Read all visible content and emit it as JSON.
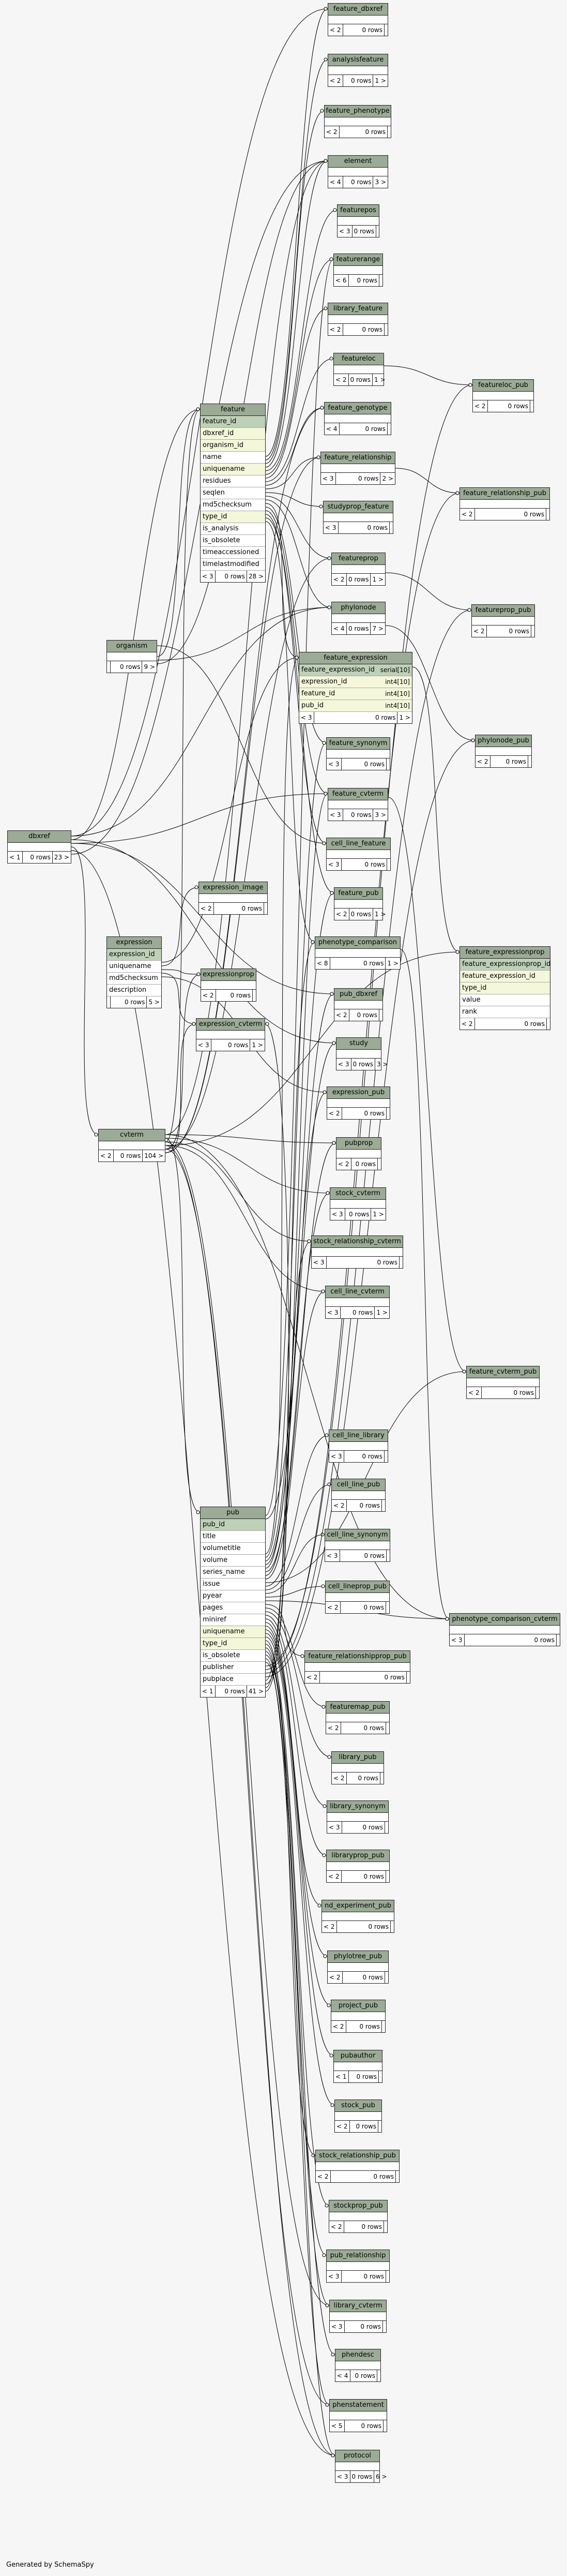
{
  "footer": "Generated by SchemaSpy",
  "tables": [
    {
      "id": "feature_dbxref",
      "name": "feature_dbxref",
      "cols": [],
      "lt": "< 2",
      "cnt": "0 rows",
      "gt": ""
    },
    {
      "id": "analysisfeature",
      "name": "analysisfeature",
      "cols": [],
      "lt": "< 2",
      "cnt": "0 rows",
      "gt": "1 >"
    },
    {
      "id": "feature_phenotype",
      "name": "feature_phenotype",
      "cols": [],
      "lt": "< 2",
      "cnt": "0 rows",
      "gt": ""
    },
    {
      "id": "element",
      "name": "element",
      "cols": [],
      "lt": "< 4",
      "cnt": "0 rows",
      "gt": "3 >"
    },
    {
      "id": "featurepos",
      "name": "featurepos",
      "cols": [],
      "lt": "< 3",
      "cnt": "0 rows",
      "gt": ""
    },
    {
      "id": "featurerange",
      "name": "featurerange",
      "cols": [],
      "lt": "< 6",
      "cnt": "0 rows",
      "gt": ""
    },
    {
      "id": "library_feature",
      "name": "library_feature",
      "cols": [],
      "lt": "< 2",
      "cnt": "0 rows",
      "gt": ""
    },
    {
      "id": "featureloc",
      "name": "featureloc",
      "cols": [],
      "lt": "< 2",
      "cnt": "0 rows",
      "gt": "1 >"
    },
    {
      "id": "featureloc_pub",
      "name": "featureloc_pub",
      "cols": [],
      "lt": "< 2",
      "cnt": "0 rows",
      "gt": ""
    },
    {
      "id": "feature_genotype",
      "name": "feature_genotype",
      "cols": [],
      "lt": "< 4",
      "cnt": "0 rows",
      "gt": ""
    },
    {
      "id": "feature_relationship",
      "name": "feature_relationship",
      "cols": [],
      "lt": "< 3",
      "cnt": "0 rows",
      "gt": "2 >"
    },
    {
      "id": "feature_relationship_pub",
      "name": "feature_relationship_pub",
      "cols": [],
      "lt": "< 2",
      "cnt": "0 rows",
      "gt": ""
    },
    {
      "id": "studyprop_feature",
      "name": "studyprop_feature",
      "cols": [],
      "lt": "< 3",
      "cnt": "0 rows",
      "gt": ""
    },
    {
      "id": "featureprop",
      "name": "featureprop",
      "cols": [],
      "lt": "< 2",
      "cnt": "0 rows",
      "gt": "1 >"
    },
    {
      "id": "featureprop_pub",
      "name": "featureprop_pub",
      "cols": [],
      "lt": "< 2",
      "cnt": "0 rows",
      "gt": ""
    },
    {
      "id": "phylonode",
      "name": "phylonode",
      "cols": [],
      "lt": "< 4",
      "cnt": "0 rows",
      "gt": "7 >"
    },
    {
      "id": "feature",
      "name": "feature",
      "cols": [
        {
          "n": "feature_id",
          "k": "pk",
          "t": ""
        },
        {
          "n": "dbxref_id",
          "k": "fk",
          "t": ""
        },
        {
          "n": "organism_id",
          "k": "fk",
          "t": ""
        },
        {
          "n": "name",
          "k": "plain",
          "t": ""
        },
        {
          "n": "uniquename",
          "k": "fk",
          "t": ""
        },
        {
          "n": "residues",
          "k": "plain",
          "t": ""
        },
        {
          "n": "seqlen",
          "k": "plain",
          "t": ""
        },
        {
          "n": "md5checksum",
          "k": "plain",
          "t": ""
        },
        {
          "n": "type_id",
          "k": "fk",
          "t": ""
        },
        {
          "n": "is_analysis",
          "k": "plain",
          "t": ""
        },
        {
          "n": "is_obsolete",
          "k": "plain",
          "t": ""
        },
        {
          "n": "timeaccessioned",
          "k": "plain",
          "t": ""
        },
        {
          "n": "timelastmodified",
          "k": "plain",
          "t": ""
        }
      ],
      "lt": "< 3",
      "cnt": "0 rows",
      "gt": "28 >"
    },
    {
      "id": "feature_expression",
      "name": "feature_expression",
      "cols": [
        {
          "n": "feature_expression_id",
          "k": "pk",
          "t": "serial[10]"
        },
        {
          "n": "expression_id",
          "k": "fk",
          "t": "int4[10]"
        },
        {
          "n": "feature_id",
          "k": "fk",
          "t": "int4[10]"
        },
        {
          "n": "pub_id",
          "k": "fk",
          "t": "int4[10]"
        }
      ],
      "lt": "< 3",
      "cnt": "0 rows",
      "gt": "1 >"
    },
    {
      "id": "phylonode_pub",
      "name": "phylonode_pub",
      "cols": [],
      "lt": "< 2",
      "cnt": "0 rows",
      "gt": ""
    },
    {
      "id": "organism",
      "name": "organism",
      "cols": [],
      "lt": "",
      "cnt": "0 rows",
      "gt": "9 >"
    },
    {
      "id": "feature_synonym",
      "name": "feature_synonym",
      "cols": [],
      "lt": "< 3",
      "cnt": "0 rows",
      "gt": ""
    },
    {
      "id": "feature_cvterm",
      "name": "feature_cvterm",
      "cols": [],
      "lt": "< 3",
      "cnt": "0 rows",
      "gt": "3 >"
    },
    {
      "id": "dbxref",
      "name": "dbxref",
      "cols": [],
      "lt": "< 1",
      "cnt": "0 rows",
      "gt": "23 >"
    },
    {
      "id": "cell_line_feature",
      "name": "cell_line_feature",
      "cols": [],
      "lt": "< 3",
      "cnt": "0 rows",
      "gt": ""
    },
    {
      "id": "expression_image",
      "name": "expression_image",
      "cols": [],
      "lt": "< 2",
      "cnt": "0 rows",
      "gt": ""
    },
    {
      "id": "feature_pub",
      "name": "feature_pub",
      "cols": [],
      "lt": "< 2",
      "cnt": "0 rows",
      "gt": "1 >"
    },
    {
      "id": "expression",
      "name": "expression",
      "cols": [
        {
          "n": "expression_id",
          "k": "pk",
          "t": ""
        },
        {
          "n": "uniquename",
          "k": "plain",
          "t": ""
        },
        {
          "n": "md5checksum",
          "k": "plain",
          "t": ""
        },
        {
          "n": "description",
          "k": "plain",
          "t": ""
        }
      ],
      "lt": "",
      "cnt": "0 rows",
      "gt": "5 >"
    },
    {
      "id": "phenotype_comparison",
      "name": "phenotype_comparison",
      "cols": [],
      "lt": "< 8",
      "cnt": "0 rows",
      "gt": "1 >"
    },
    {
      "id": "feature_expressionprop",
      "name": "feature_expressionprop",
      "cols": [
        {
          "n": "feature_expressionprop_id",
          "k": "pk",
          "t": ""
        },
        {
          "n": "feature_expression_id",
          "k": "fk",
          "t": ""
        },
        {
          "n": "type_id",
          "k": "fk",
          "t": ""
        },
        {
          "n": "value",
          "k": "plain",
          "t": ""
        },
        {
          "n": "rank",
          "k": "plain",
          "t": ""
        }
      ],
      "lt": "< 2",
      "cnt": "0 rows",
      "gt": ""
    },
    {
      "id": "expressionprop",
      "name": "expressionprop",
      "cols": [],
      "lt": "< 2",
      "cnt": "0 rows",
      "gt": ""
    },
    {
      "id": "pub_dbxref",
      "name": "pub_dbxref",
      "cols": [],
      "lt": "< 2",
      "cnt": "0 rows",
      "gt": ""
    },
    {
      "id": "expression_cvterm",
      "name": "expression_cvterm",
      "cols": [],
      "lt": "< 3",
      "cnt": "0 rows",
      "gt": "1 >"
    },
    {
      "id": "study",
      "name": "study",
      "cols": [],
      "lt": "< 3",
      "cnt": "0 rows",
      "gt": "3 >"
    },
    {
      "id": "expression_pub",
      "name": "expression_pub",
      "cols": [],
      "lt": "< 2",
      "cnt": "0 rows",
      "gt": ""
    },
    {
      "id": "cvterm",
      "name": "cvterm",
      "cols": [],
      "lt": "< 2",
      "cnt": "0 rows",
      "gt": "104 >"
    },
    {
      "id": "pubprop",
      "name": "pubprop",
      "cols": [],
      "lt": "< 2",
      "cnt": "0 rows",
      "gt": ""
    },
    {
      "id": "stock_cvterm",
      "name": "stock_cvterm",
      "cols": [],
      "lt": "< 3",
      "cnt": "0 rows",
      "gt": "1 >"
    },
    {
      "id": "stock_relationship_cvterm",
      "name": "stock_relationship_cvterm",
      "cols": [],
      "lt": "< 3",
      "cnt": "0 rows",
      "gt": ""
    },
    {
      "id": "cell_line_cvterm",
      "name": "cell_line_cvterm",
      "cols": [],
      "lt": "< 3",
      "cnt": "0 rows",
      "gt": "1 >"
    },
    {
      "id": "feature_cvterm_pub",
      "name": "feature_cvterm_pub",
      "cols": [],
      "lt": "< 2",
      "cnt": "0 rows",
      "gt": ""
    },
    {
      "id": "cell_line_library",
      "name": "cell_line_library",
      "cols": [],
      "lt": "< 3",
      "cnt": "0 rows",
      "gt": ""
    },
    {
      "id": "cell_line_pub",
      "name": "cell_line_pub",
      "cols": [],
      "lt": "< 2",
      "cnt": "0 rows",
      "gt": ""
    },
    {
      "id": "pub",
      "name": "pub",
      "cols": [
        {
          "n": "pub_id",
          "k": "pk",
          "t": ""
        },
        {
          "n": "title",
          "k": "plain",
          "t": ""
        },
        {
          "n": "volumetitle",
          "k": "plain",
          "t": ""
        },
        {
          "n": "volume",
          "k": "plain",
          "t": ""
        },
        {
          "n": "series_name",
          "k": "plain",
          "t": ""
        },
        {
          "n": "issue",
          "k": "plain",
          "t": ""
        },
        {
          "n": "pyear",
          "k": "plain",
          "t": ""
        },
        {
          "n": "pages",
          "k": "plain",
          "t": ""
        },
        {
          "n": "miniref",
          "k": "plain",
          "t": ""
        },
        {
          "n": "uniquename",
          "k": "fk",
          "t": ""
        },
        {
          "n": "type_id",
          "k": "fk",
          "t": ""
        },
        {
          "n": "is_obsolete",
          "k": "plain",
          "t": ""
        },
        {
          "n": "publisher",
          "k": "plain",
          "t": ""
        },
        {
          "n": "pubplace",
          "k": "plain",
          "t": ""
        }
      ],
      "lt": "< 1",
      "cnt": "0 rows",
      "gt": "41 >"
    },
    {
      "id": "cell_line_synonym",
      "name": "cell_line_synonym",
      "cols": [],
      "lt": "< 3",
      "cnt": "0 rows",
      "gt": ""
    },
    {
      "id": "cell_lineprop_pub",
      "name": "cell_lineprop_pub",
      "cols": [],
      "lt": "< 2",
      "cnt": "0 rows",
      "gt": ""
    },
    {
      "id": "phenotype_comparison_cvterm",
      "name": "phenotype_comparison_cvterm",
      "cols": [],
      "lt": "< 3",
      "cnt": "0 rows",
      "gt": ""
    },
    {
      "id": "feature_relationshipprop_pub",
      "name": "feature_relationshipprop_pub",
      "cols": [],
      "lt": "< 2",
      "cnt": "0 rows",
      "gt": ""
    },
    {
      "id": "featuremap_pub",
      "name": "featuremap_pub",
      "cols": [],
      "lt": "< 2",
      "cnt": "0 rows",
      "gt": ""
    },
    {
      "id": "library_pub",
      "name": "library_pub",
      "cols": [],
      "lt": "< 2",
      "cnt": "0 rows",
      "gt": ""
    },
    {
      "id": "library_synonym",
      "name": "library_synonym",
      "cols": [],
      "lt": "< 3",
      "cnt": "0 rows",
      "gt": ""
    },
    {
      "id": "libraryprop_pub",
      "name": "libraryprop_pub",
      "cols": [],
      "lt": "< 2",
      "cnt": "0 rows",
      "gt": ""
    },
    {
      "id": "nd_experiment_pub",
      "name": "nd_experiment_pub",
      "cols": [],
      "lt": "< 2",
      "cnt": "0 rows",
      "gt": ""
    },
    {
      "id": "phylotree_pub",
      "name": "phylotree_pub",
      "cols": [],
      "lt": "< 2",
      "cnt": "0 rows",
      "gt": ""
    },
    {
      "id": "project_pub",
      "name": "project_pub",
      "cols": [],
      "lt": "< 2",
      "cnt": "0 rows",
      "gt": ""
    },
    {
      "id": "pubauthor",
      "name": "pubauthor",
      "cols": [],
      "lt": "< 1",
      "cnt": "0 rows",
      "gt": ""
    },
    {
      "id": "stock_pub",
      "name": "stock_pub",
      "cols": [],
      "lt": "< 2",
      "cnt": "0 rows",
      "gt": ""
    },
    {
      "id": "stock_relationship_pub",
      "name": "stock_relationship_pub",
      "cols": [],
      "lt": "< 2",
      "cnt": "0 rows",
      "gt": ""
    },
    {
      "id": "stockprop_pub",
      "name": "stockprop_pub",
      "cols": [],
      "lt": "< 2",
      "cnt": "0 rows",
      "gt": ""
    },
    {
      "id": "pub_relationship",
      "name": "pub_relationship",
      "cols": [],
      "lt": "< 3",
      "cnt": "0 rows",
      "gt": ""
    },
    {
      "id": "library_cvterm",
      "name": "library_cvterm",
      "cols": [],
      "lt": "< 3",
      "cnt": "0 rows",
      "gt": ""
    },
    {
      "id": "phendesc",
      "name": "phendesc",
      "cols": [],
      "lt": "< 4",
      "cnt": "0 rows",
      "gt": ""
    },
    {
      "id": "phenstatement",
      "name": "phenstatement",
      "cols": [],
      "lt": "< 5",
      "cnt": "0 rows",
      "gt": ""
    },
    {
      "id": "protocol",
      "name": "protocol",
      "cols": [],
      "lt": "< 3",
      "cnt": "0 rows",
      "gt": "6 >"
    }
  ],
  "links": [
    [
      "dbxref",
      "feature_dbxref"
    ],
    [
      "dbxref",
      "feature"
    ],
    [
      "dbxref",
      "pub_dbxref"
    ],
    [
      "dbxref",
      "cvterm"
    ],
    [
      "dbxref",
      "protocol"
    ],
    [
      "dbxref",
      "element"
    ],
    [
      "dbxref",
      "phylonode"
    ],
    [
      "dbxref",
      "study"
    ],
    [
      "dbxref",
      "feature_cvterm"
    ],
    [
      "organism",
      "feature"
    ],
    [
      "organism",
      "phylonode"
    ],
    [
      "organism",
      "element"
    ],
    [
      "organism",
      "cell_line_feature"
    ],
    [
      "feature",
      "feature_dbxref"
    ],
    [
      "feature",
      "analysisfeature"
    ],
    [
      "feature",
      "feature_phenotype"
    ],
    [
      "feature",
      "element"
    ],
    [
      "feature",
      "featurepos"
    ],
    [
      "feature",
      "featurerange"
    ],
    [
      "feature",
      "library_feature"
    ],
    [
      "feature",
      "featureloc"
    ],
    [
      "feature",
      "feature_genotype"
    ],
    [
      "feature",
      "feature_relationship"
    ],
    [
      "feature",
      "studyprop_feature"
    ],
    [
      "feature",
      "featureprop"
    ],
    [
      "feature",
      "phylonode"
    ],
    [
      "feature",
      "feature_expression"
    ],
    [
      "feature",
      "feature_synonym"
    ],
    [
      "feature",
      "feature_cvterm"
    ],
    [
      "feature",
      "cell_line_feature"
    ],
    [
      "feature",
      "feature_pub"
    ],
    [
      "feature",
      "phenotype_comparison"
    ],
    [
      "featureloc",
      "featureloc_pub"
    ],
    [
      "feature_relationship",
      "feature_relationship_pub"
    ],
    [
      "featureprop",
      "featureprop_pub"
    ],
    [
      "phylonode",
      "phylonode_pub"
    ],
    [
      "feature_expression",
      "feature_expressionprop"
    ],
    [
      "feature_cvterm",
      "feature_cvterm_pub"
    ],
    [
      "phenotype_comparison",
      "phenotype_comparison_cvterm"
    ],
    [
      "expression",
      "feature_expression"
    ],
    [
      "expression",
      "expression_image"
    ],
    [
      "expression",
      "expressionprop"
    ],
    [
      "expression",
      "expression_cvterm"
    ],
    [
      "expression",
      "expression_pub"
    ],
    [
      "cvterm",
      "feature"
    ],
    [
      "cvterm",
      "feature_expressionprop"
    ],
    [
      "cvterm",
      "expressionprop"
    ],
    [
      "cvterm",
      "expression_cvterm"
    ],
    [
      "cvterm",
      "pubprop"
    ],
    [
      "cvterm",
      "stock_cvterm"
    ],
    [
      "cvterm",
      "stock_relationship_cvterm"
    ],
    [
      "cvterm",
      "cell_line_cvterm"
    ],
    [
      "cvterm",
      "featureprop"
    ],
    [
      "cvterm",
      "feature_relationship"
    ],
    [
      "cvterm",
      "phenotype_comparison_cvterm"
    ],
    [
      "cvterm",
      "pub"
    ],
    [
      "cvterm",
      "library_cvterm"
    ],
    [
      "cvterm",
      "phenstatement"
    ],
    [
      "cvterm",
      "protocol"
    ],
    [
      "cvterm",
      "feature_genotype"
    ],
    [
      "cvterm",
      "element"
    ],
    [
      "pub",
      "feature_expression"
    ],
    [
      "pub",
      "feature_synonym"
    ],
    [
      "pub",
      "feature_pub"
    ],
    [
      "pub",
      "pub_dbxref"
    ],
    [
      "pub",
      "expression_pub"
    ],
    [
      "pub",
      "pubprop"
    ],
    [
      "pub",
      "stock_cvterm"
    ],
    [
      "pub",
      "cell_line_cvterm"
    ],
    [
      "pub",
      "feature_cvterm_pub"
    ],
    [
      "pub",
      "cell_line_library"
    ],
    [
      "pub",
      "cell_line_pub"
    ],
    [
      "pub",
      "cell_line_synonym"
    ],
    [
      "pub",
      "cell_lineprop_pub"
    ],
    [
      "pub",
      "phenotype_comparison_cvterm"
    ],
    [
      "pub",
      "feature_relationshipprop_pub"
    ],
    [
      "pub",
      "featuremap_pub"
    ],
    [
      "pub",
      "library_pub"
    ],
    [
      "pub",
      "library_synonym"
    ],
    [
      "pub",
      "libraryprop_pub"
    ],
    [
      "pub",
      "nd_experiment_pub"
    ],
    [
      "pub",
      "phylotree_pub"
    ],
    [
      "pub",
      "project_pub"
    ],
    [
      "pub",
      "pubauthor"
    ],
    [
      "pub",
      "stock_pub"
    ],
    [
      "pub",
      "stock_relationship_pub"
    ],
    [
      "pub",
      "stockprop_pub"
    ],
    [
      "pub",
      "pub_relationship"
    ],
    [
      "pub",
      "library_cvterm"
    ],
    [
      "pub",
      "phendesc"
    ],
    [
      "pub",
      "phenstatement"
    ],
    [
      "pub",
      "protocol"
    ],
    [
      "pub",
      "featureloc_pub"
    ],
    [
      "pub",
      "feature_relationship_pub"
    ],
    [
      "pub",
      "featureprop_pub"
    ],
    [
      "pub",
      "phylonode_pub"
    ],
    [
      "pub",
      "feature_cvterm"
    ],
    [
      "pub",
      "stock_relationship_cvterm"
    ],
    [
      "pub",
      "phenotype_comparison"
    ],
    [
      "pub",
      "expression_cvterm"
    ],
    [
      "pub",
      "featurerange"
    ],
    [
      "pub",
      "study"
    ]
  ]
}
